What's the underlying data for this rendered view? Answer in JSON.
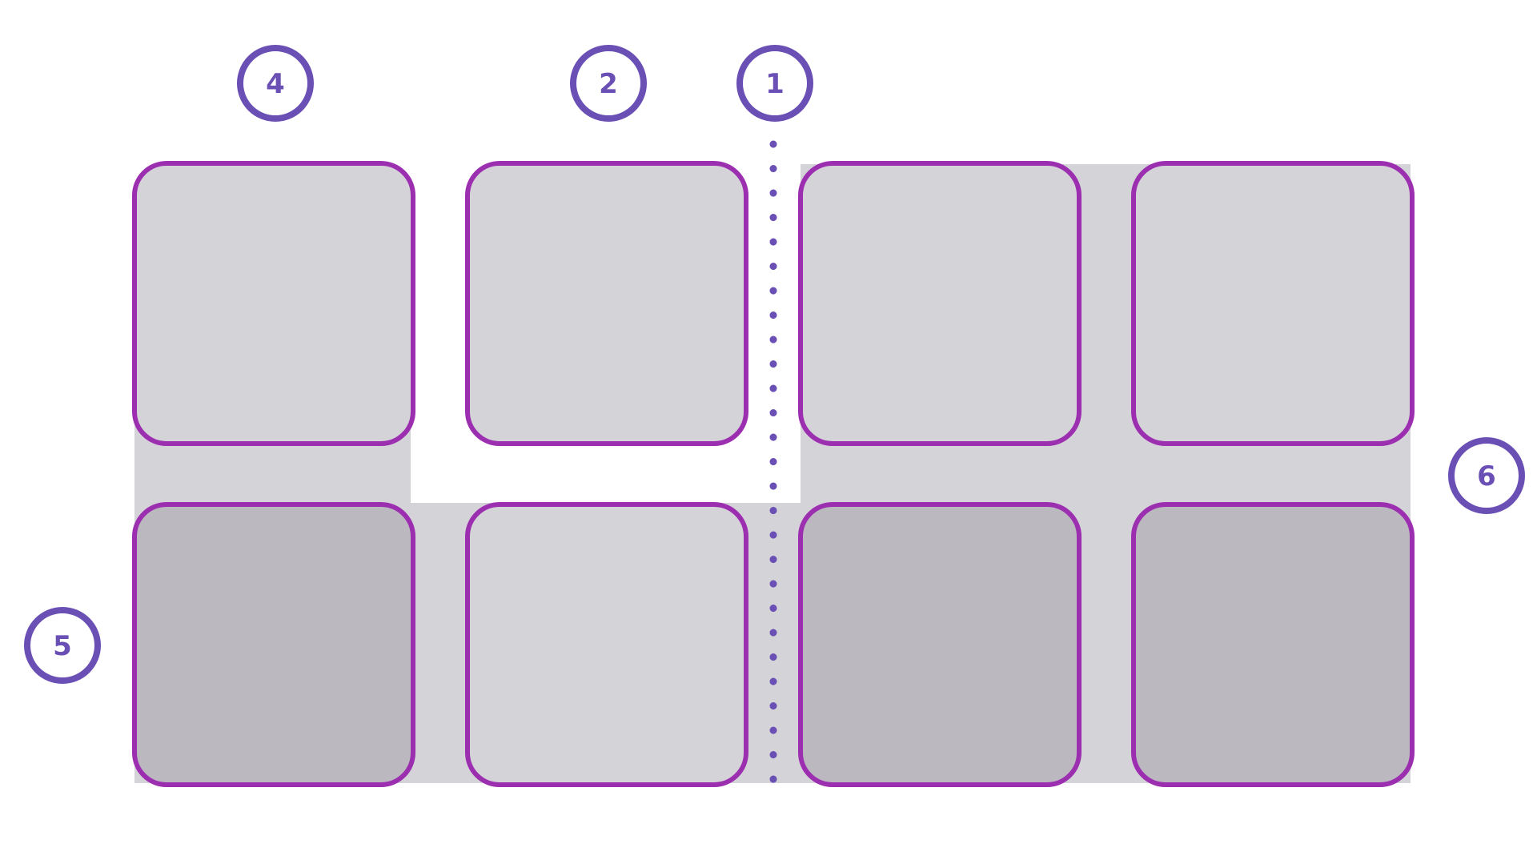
{
  "colors": {
    "accent": "#6a4fb4",
    "tile_border": "#9b2fb0",
    "tile_fill": "#d4d3d8",
    "tile_fill_dark": "#bcb8c0",
    "band_fill": "#d4d3d8",
    "band_overlap": "#bcb8c0",
    "background": "#ffffff"
  },
  "markers": [
    {
      "id": "marker-1",
      "label": "1"
    },
    {
      "id": "marker-2",
      "label": "2"
    },
    {
      "id": "marker-4",
      "label": "4"
    },
    {
      "id": "marker-5",
      "label": "5"
    },
    {
      "id": "marker-6",
      "label": "6"
    }
  ],
  "grid": {
    "rows": 2,
    "columns": 4,
    "divider_style": "dotted"
  }
}
